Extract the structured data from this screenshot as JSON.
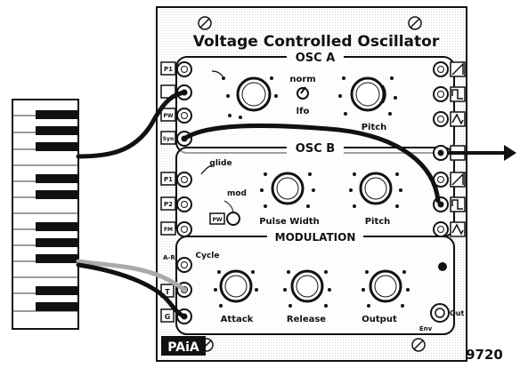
{
  "module": {
    "title": "Voltage Controlled Oscillator",
    "number": "9720",
    "logo": "PAiA"
  },
  "sections": {
    "osc_a": "OSC A",
    "osc_b": "OSC B",
    "modulation": "MODULATION"
  },
  "osc_a": {
    "switch_top": "norm",
    "switch_bottom": "lfo",
    "knob_pitch": "Pitch"
  },
  "osc_b": {
    "glide": "glide",
    "mod": "mod",
    "mod_jack": "PW",
    "knob_pw": "Pulse Width",
    "knob_pitch": "Pitch"
  },
  "modulation": {
    "cycle": "Cycle",
    "knob_attack": "Attack",
    "knob_release": "Release",
    "knob_output": "Output",
    "env_label": "Env",
    "out_jack": "Out"
  },
  "left_jacks": [
    "P1",
    "",
    "PW",
    "Syn",
    "P1",
    "P2",
    "FM",
    "A-R",
    "T",
    "G"
  ]
}
